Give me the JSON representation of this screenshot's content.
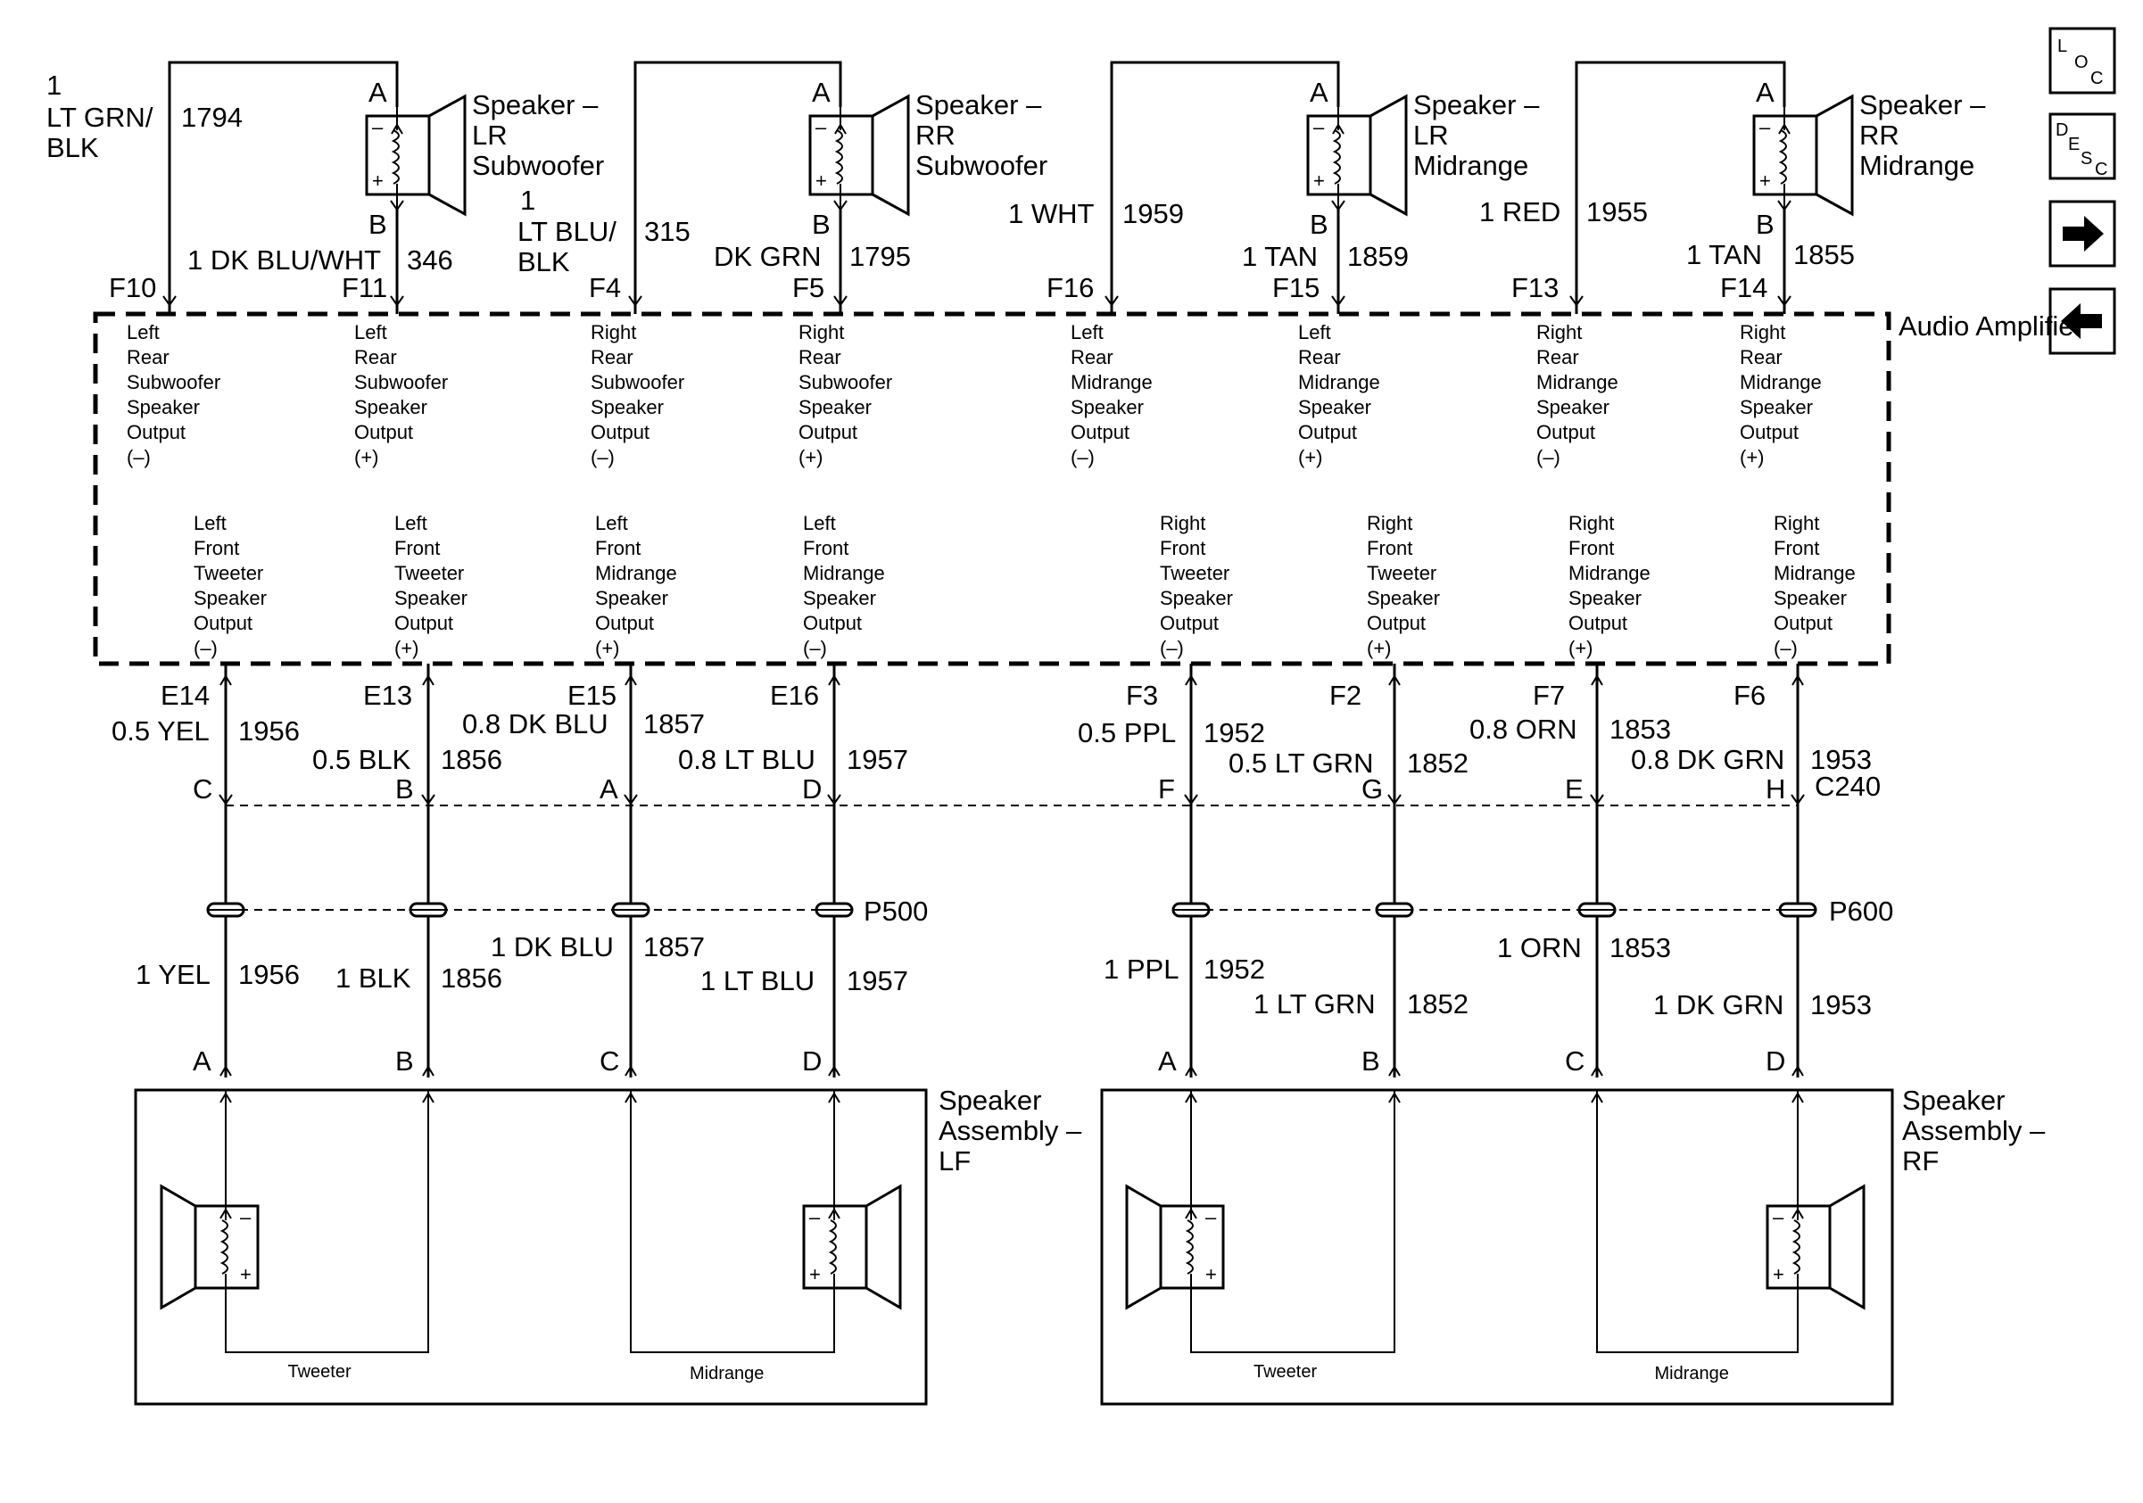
{
  "nav": {
    "loc": [
      "L",
      "O",
      "C"
    ],
    "desc": [
      "D",
      "E",
      "S",
      "C"
    ]
  },
  "amplifier": {
    "name": "Audio Amplifier",
    "top_outputs": [
      {
        "pin": "F10",
        "side": "Left",
        "pos": "Rear",
        "type": "Subwoofer",
        "pol": "(–)"
      },
      {
        "pin": "F11",
        "side": "Left",
        "pos": "Rear",
        "type": "Subwoofer",
        "pol": "(+)"
      },
      {
        "pin": "F4",
        "side": "Right",
        "pos": "Rear",
        "type": "Subwoofer",
        "pol": "(–)"
      },
      {
        "pin": "F5",
        "side": "Right",
        "pos": "Rear",
        "type": "Subwoofer",
        "pol": "(+)"
      },
      {
        "pin": "F16",
        "side": "Left",
        "pos": "Rear",
        "type": "Midrange",
        "pol": "(–)"
      },
      {
        "pin": "F15",
        "side": "Left",
        "pos": "Rear",
        "type": "Midrange",
        "pol": "(+)"
      },
      {
        "pin": "F13",
        "side": "Right",
        "pos": "Rear",
        "type": "Midrange",
        "pol": "(–)"
      },
      {
        "pin": "F14",
        "side": "Right",
        "pos": "Rear",
        "type": "Midrange",
        "pol": "(+)"
      }
    ],
    "bottom_outputs": [
      {
        "pin": "E14",
        "side": "Left",
        "pos": "Front",
        "type": "Tweeter",
        "pol": "(–)"
      },
      {
        "pin": "E13",
        "side": "Left",
        "pos": "Front",
        "type": "Tweeter",
        "pol": "(+)"
      },
      {
        "pin": "E15",
        "side": "Left",
        "pos": "Front",
        "type": "Midrange",
        "pol": "(+)"
      },
      {
        "pin": "E16",
        "side": "Left",
        "pos": "Front",
        "type": "Midrange",
        "pol": "(–)"
      },
      {
        "pin": "F3",
        "side": "Right",
        "pos": "Front",
        "type": "Tweeter",
        "pol": "(–)"
      },
      {
        "pin": "F2",
        "side": "Right",
        "pos": "Front",
        "type": "Tweeter",
        "pol": "(+)"
      },
      {
        "pin": "F7",
        "side": "Right",
        "pos": "Front",
        "type": "Midrange",
        "pol": "(+)"
      },
      {
        "pin": "F6",
        "side": "Right",
        "pos": "Front",
        "type": "Midrange",
        "pol": "(–)"
      }
    ],
    "output_word_speaker": "Speaker",
    "output_word_output": "Output"
  },
  "top_speakers": [
    {
      "line1": "Speaker –",
      "line2": "LR",
      "line3": "Subwoofer",
      "pinA": "A",
      "pinB": "B"
    },
    {
      "line1": "Speaker –",
      "line2": "RR",
      "line3": "Subwoofer",
      "pinA": "A",
      "pinB": "B"
    },
    {
      "line1": "Speaker –",
      "line2": "LR",
      "line3": "Midrange",
      "pinA": "A",
      "pinB": "B"
    },
    {
      "line1": "Speaker –",
      "line2": "RR",
      "line3": "Midrange",
      "pinA": "A",
      "pinB": "B"
    }
  ],
  "top_wires": {
    "f10": {
      "gauge": "1",
      "color1": "LT GRN/",
      "color2": "BLK",
      "circuit": "1794"
    },
    "f11": {
      "spec": "1 DK BLU/WHT",
      "circuit": "346"
    },
    "f4": {
      "gauge": "1",
      "color1": "LT BLU/",
      "color2": "BLK",
      "circuit": "315"
    },
    "f5": {
      "spec": "DK GRN",
      "circuit": "1795"
    },
    "f16": {
      "spec": "1 WHT",
      "circuit": "1959"
    },
    "f15": {
      "spec": "1 TAN",
      "circuit": "1859"
    },
    "f13": {
      "spec": "1 RED",
      "circuit": "1955"
    },
    "f14": {
      "spec": "1 TAN",
      "circuit": "1855"
    }
  },
  "upper_wires": [
    {
      "spec": "0.5 YEL",
      "circuit": "1956",
      "pin": "C"
    },
    {
      "spec": "0.5 BLK",
      "circuit": "1856",
      "pin": "B"
    },
    {
      "spec": "0.8 DK BLU",
      "circuit": "1857",
      "pin": "A"
    },
    {
      "spec": "0.8 LT BLU",
      "circuit": "1957",
      "pin": "D"
    },
    {
      "spec": "0.5 PPL",
      "circuit": "1952",
      "pin": "F"
    },
    {
      "spec": "0.5 LT GRN",
      "circuit": "1852",
      "pin": "G"
    },
    {
      "spec": "0.8 ORN",
      "circuit": "1853",
      "pin": "E"
    },
    {
      "spec": "0.8 DK GRN",
      "circuit": "1953",
      "pin": "H"
    }
  ],
  "connector_c240": "C240",
  "connector_p500": "P500",
  "connector_p600": "P600",
  "lower_wires": [
    {
      "spec": "1 YEL",
      "circuit": "1956",
      "pin": "A"
    },
    {
      "spec": "1 BLK",
      "circuit": "1856",
      "pin": "B"
    },
    {
      "spec": "1 DK BLU",
      "circuit": "1857",
      "pin": "C"
    },
    {
      "spec": "1 LT BLU",
      "circuit": "1957",
      "pin": "D"
    },
    {
      "spec": "1 PPL",
      "circuit": "1952",
      "pin": "A"
    },
    {
      "spec": "1 LT GRN",
      "circuit": "1852",
      "pin": "B"
    },
    {
      "spec": "1 ORN",
      "circuit": "1853",
      "pin": "C"
    },
    {
      "spec": "1 DK GRN",
      "circuit": "1953",
      "pin": "D"
    }
  ],
  "assemblies": [
    {
      "line1": "Speaker",
      "line2": "Assembly –",
      "line3": "LF",
      "tweeter": "Tweeter",
      "midrange": "Midrange"
    },
    {
      "line1": "Speaker",
      "line2": "Assembly –",
      "line3": "RF",
      "tweeter": "Tweeter",
      "midrange": "Midrange"
    }
  ],
  "polarity": {
    "minus": "–",
    "plus": "+"
  }
}
